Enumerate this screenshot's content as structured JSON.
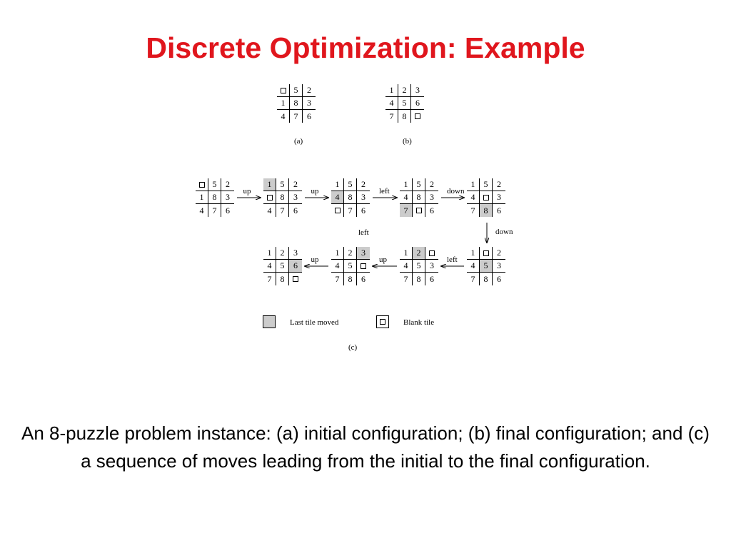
{
  "slide": {
    "title": "Discrete Optimization: Example",
    "title_color": "#e0161d",
    "description": "An 8-puzzle problem instance: (a) initial configuration; (b) final configuration; and (c) a sequence of moves leading from the initial to the final configuration."
  },
  "figure": {
    "caption_a": "(a)",
    "caption_b": "(b)",
    "caption_c": "(c)",
    "initial_configuration": [
      [
        "blank",
        "5",
        "2"
      ],
      [
        "1",
        "8",
        "3"
      ],
      [
        "4",
        "7",
        "6"
      ]
    ],
    "final_configuration": [
      [
        "1",
        "2",
        "3"
      ],
      [
        "4",
        "5",
        "6"
      ],
      [
        "7",
        "8",
        "blank"
      ]
    ],
    "sequence": [
      {
        "tiles": [
          [
            "blank",
            "5",
            "2"
          ],
          [
            "1",
            "8",
            "3"
          ],
          [
            "4",
            "7",
            "6"
          ]
        ],
        "last_moved": null
      },
      {
        "tiles": [
          [
            "1",
            "5",
            "2"
          ],
          [
            "blank",
            "8",
            "3"
          ],
          [
            "4",
            "7",
            "6"
          ]
        ],
        "last_moved": "1"
      },
      {
        "tiles": [
          [
            "1",
            "5",
            "2"
          ],
          [
            "4",
            "8",
            "3"
          ],
          [
            "blank",
            "7",
            "6"
          ]
        ],
        "last_moved": "4"
      },
      {
        "tiles": [
          [
            "1",
            "5",
            "2"
          ],
          [
            "4",
            "8",
            "3"
          ],
          [
            "7",
            "blank",
            "6"
          ]
        ],
        "last_moved": "7"
      },
      {
        "tiles": [
          [
            "1",
            "5",
            "2"
          ],
          [
            "4",
            "blank",
            "3"
          ],
          [
            "7",
            "8",
            "6"
          ]
        ],
        "last_moved": "8"
      },
      {
        "tiles": [
          [
            "1",
            "blank",
            "2"
          ],
          [
            "4",
            "5",
            "3"
          ],
          [
            "7",
            "8",
            "6"
          ]
        ],
        "last_moved": "5"
      },
      {
        "tiles": [
          [
            "1",
            "2",
            "blank"
          ],
          [
            "4",
            "5",
            "3"
          ],
          [
            "7",
            "8",
            "6"
          ]
        ],
        "last_moved": "2"
      },
      {
        "tiles": [
          [
            "1",
            "2",
            "3"
          ],
          [
            "4",
            "5",
            "blank"
          ],
          [
            "7",
            "8",
            "6"
          ]
        ],
        "last_moved": "3"
      },
      {
        "tiles": [
          [
            "1",
            "2",
            "3"
          ],
          [
            "4",
            "5",
            "6"
          ],
          [
            "7",
            "8",
            "blank"
          ]
        ],
        "last_moved": "6"
      }
    ],
    "moves": [
      "up",
      "up",
      "left",
      "down",
      "down",
      "left",
      "up",
      "up"
    ],
    "orphan_label": "left",
    "legend": {
      "last_tile_moved": "Last tile moved",
      "blank_tile": "Blank tile"
    },
    "last_moved_color": "#cccccc"
  }
}
